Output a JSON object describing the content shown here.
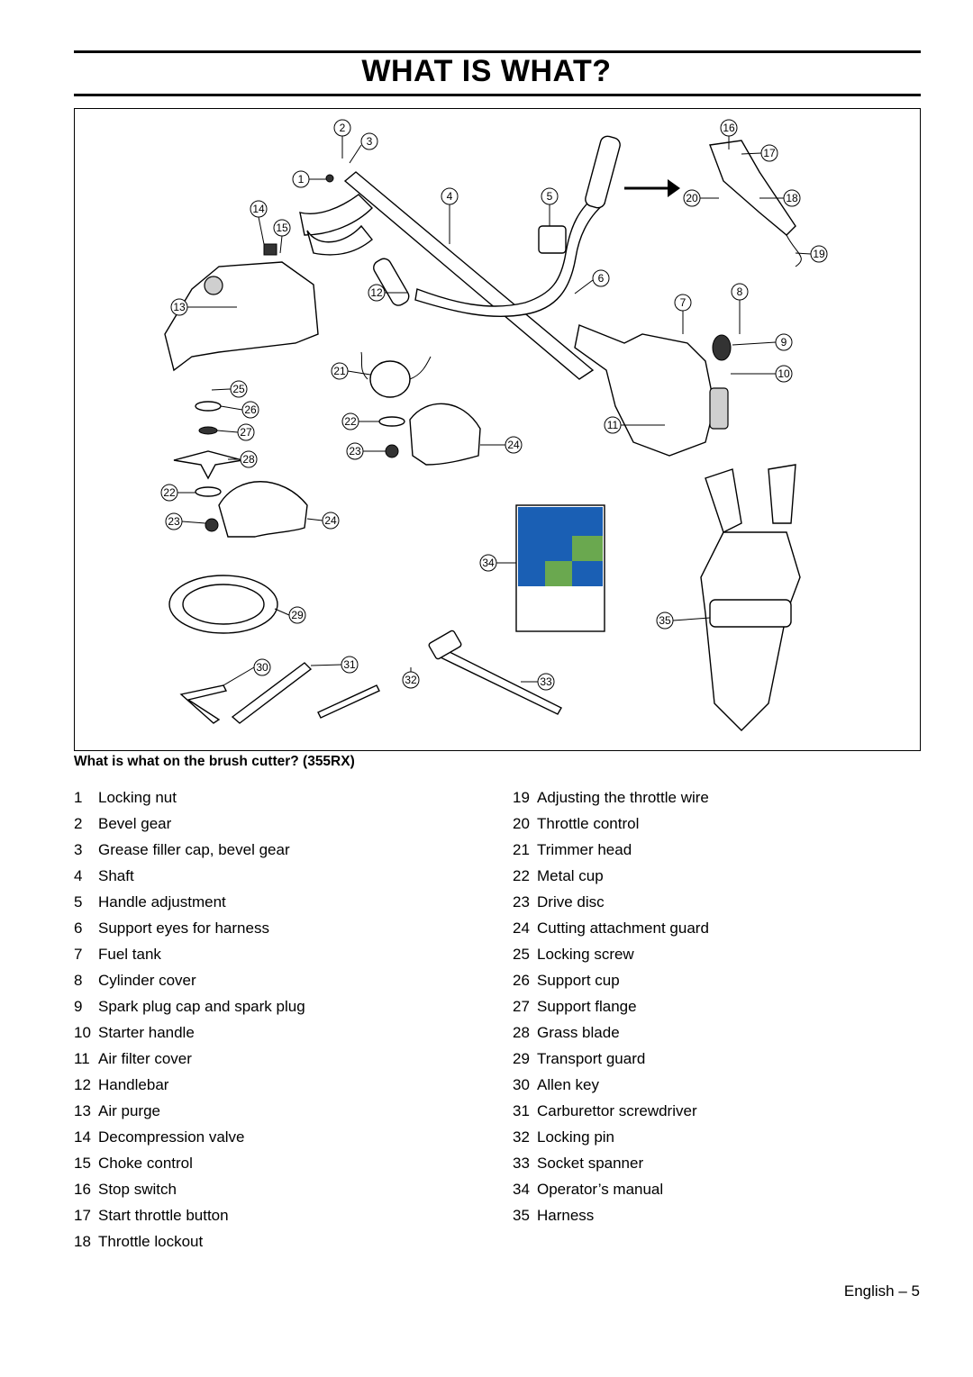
{
  "header": {
    "title": "WHAT IS WHAT?"
  },
  "figure": {
    "caption": "What is what on the brush cutter? (355RX)",
    "callouts": [
      "1",
      "2",
      "3",
      "4",
      "5",
      "6",
      "7",
      "8",
      "9",
      "10",
      "11",
      "12",
      "13",
      "14",
      "15",
      "16",
      "17",
      "18",
      "19",
      "20",
      "21",
      "22",
      "23",
      "24",
      "25",
      "26",
      "27",
      "28",
      "22",
      "23",
      "24",
      "29",
      "30",
      "31",
      "32",
      "33",
      "34",
      "35"
    ]
  },
  "parts_left": [
    {
      "num": "1",
      "label": "Locking nut"
    },
    {
      "num": "2",
      "label": "Bevel gear"
    },
    {
      "num": "3",
      "label": "Grease filler cap, bevel gear"
    },
    {
      "num": "4",
      "label": "Shaft"
    },
    {
      "num": "5",
      "label": "Handle adjustment"
    },
    {
      "num": "6",
      "label": "Support eyes for harness"
    },
    {
      "num": "7",
      "label": "Fuel tank"
    },
    {
      "num": "8",
      "label": "Cylinder cover"
    },
    {
      "num": "9",
      "label": "Spark plug cap and spark plug"
    },
    {
      "num": "10",
      "label": "Starter handle"
    },
    {
      "num": "11",
      "label": "Air filter cover"
    },
    {
      "num": "12",
      "label": "Handlebar"
    },
    {
      "num": "13",
      "label": "Air purge"
    },
    {
      "num": "14",
      "label": "Decompression valve"
    },
    {
      "num": "15",
      "label": "Choke control"
    },
    {
      "num": "16",
      "label": "Stop switch"
    },
    {
      "num": "17",
      "label": "Start throttle button"
    },
    {
      "num": "18",
      "label": "Throttle lockout"
    }
  ],
  "parts_right": [
    {
      "num": "19",
      "label": "Adjusting the throttle wire"
    },
    {
      "num": "20",
      "label": "Throttle control"
    },
    {
      "num": "21",
      "label": "Trimmer head"
    },
    {
      "num": "22",
      "label": "Metal cup"
    },
    {
      "num": "23",
      "label": "Drive disc"
    },
    {
      "num": "24",
      "label": "Cutting attachment guard"
    },
    {
      "num": "25",
      "label": "Locking screw"
    },
    {
      "num": "26",
      "label": "Support cup"
    },
    {
      "num": "27",
      "label": "Support flange"
    },
    {
      "num": "28",
      "label": "Grass blade"
    },
    {
      "num": "29",
      "label": "Transport guard"
    },
    {
      "num": "30",
      "label": "Allen key"
    },
    {
      "num": "31",
      "label": "Carburettor screwdriver"
    },
    {
      "num": "32",
      "label": "Locking pin"
    },
    {
      "num": "33",
      "label": "Socket spanner"
    },
    {
      "num": "34",
      "label": "Operator’s manual"
    },
    {
      "num": "35",
      "label": "Harness"
    }
  ],
  "footer": {
    "page": "English – 5"
  },
  "colors": {
    "manual_blue": "#1a5fb4",
    "manual_green": "#6aa84f"
  }
}
